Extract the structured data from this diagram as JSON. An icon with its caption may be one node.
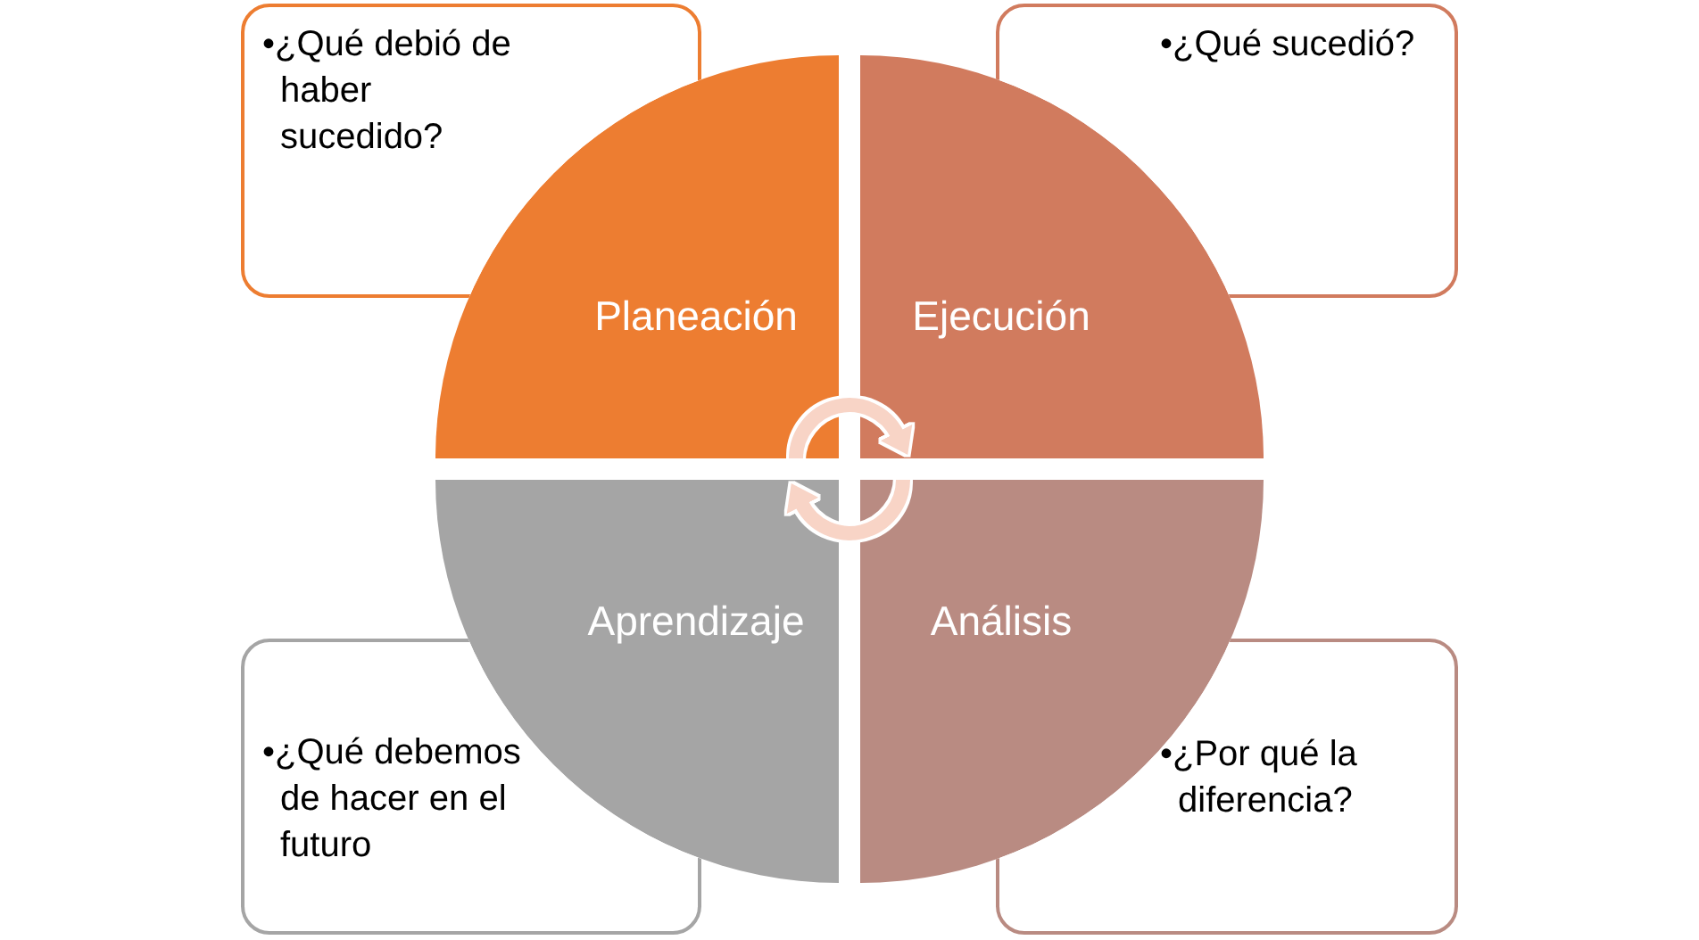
{
  "diagram": {
    "nodes": [
      {
        "text": [
          "•¿Qué debió de haber sucedido?"
        ]
      },
      {
        "text": [
          "•¿Qué sucedió?"
        ]
      },
      {
        "text": [
          "Planeación"
        ]
      },
      {
        "text": [
          "Ejecución"
        ]
      },
      {
        "text": [
          "Aprendizaje"
        ]
      },
      {
        "text": [
          "Análisis"
        ]
      },
      {
        "text": [
          "•¿Qué debemos de hacer en el futuro"
        ]
      },
      {
        "text": [
          "•¿Por qué la diferencia?"
        ]
      }
    ],
    "edges": [
      {
        "from": 2,
        "to": 3,
        "arrow": "to"
      },
      {
        "from": 5,
        "to": 4,
        "arrow": "to"
      }
    ]
  }
}
